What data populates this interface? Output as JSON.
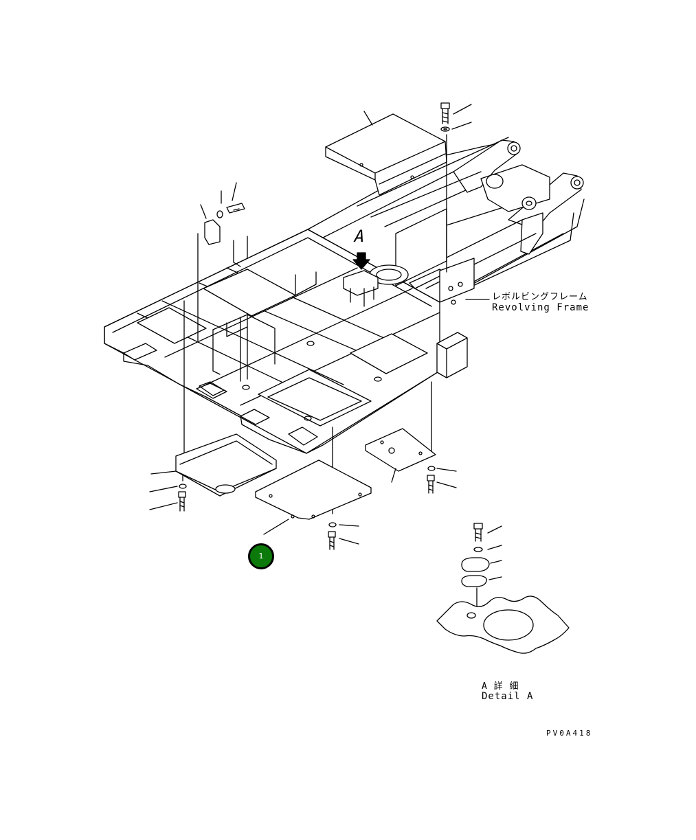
{
  "labels": {
    "frame_jp": "レボルビングフレーム",
    "frame_en": "Revolving Frame",
    "view_marker": "A",
    "detail_jp": "A 詳 細",
    "detail_en": "Detail A",
    "drawing_code": "PV0A418"
  },
  "callout": {
    "number": "1",
    "color": "#0b7a0b"
  },
  "colors": {
    "line": "#000000",
    "background": "#ffffff"
  }
}
